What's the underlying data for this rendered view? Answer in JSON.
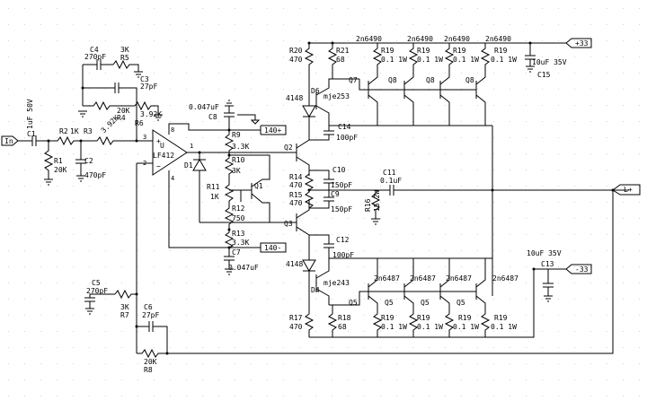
{
  "labels": {
    "c4": "C4",
    "c4v": "270pF",
    "r5v": "3K",
    "r5": "R5",
    "c3": "C3",
    "c3v": "27pF",
    "r4v": "20K",
    "r4": "R4",
    "r6v": "3.92K",
    "r6": "R6",
    "c1": "C1",
    "c1v": "1uF 50V",
    "r2": "R2",
    "r2v": "1K",
    "r3": "R3",
    "r3v": "3.92K",
    "r1": "R1",
    "r1v": "20K",
    "c2": "C2",
    "c2v": "470pF",
    "c8v": "0.047uF",
    "c8": "C8",
    "r9": "R9",
    "r9v": "3.3K",
    "r10": "R10",
    "r10v": "3K",
    "r11": "R11",
    "r11v": "1K",
    "r12": "R12",
    "r12v": "750",
    "r13": "R13",
    "r13v": "3.3K",
    "c7": "C7",
    "c7v": "0.047uF",
    "u": "U",
    "u_part": "LF412",
    "d1": "D1",
    "q1": "Q1",
    "pin8": "8",
    "pin1": "1",
    "pin3": "3",
    "pin2": "2",
    "pin4": "4",
    "r20": "R20",
    "r20v": "470",
    "r21": "R21",
    "r21v": "68",
    "q_top_part": "2n6490",
    "r19": "R19",
    "r19v": "0.1 1W",
    "d4148_top": "4148",
    "d6": "D6",
    "q6": "mje253",
    "q7": "Q7",
    "q8": "Q8",
    "c14": "C14",
    "c14v": "100pF",
    "q2": "Q2",
    "q3": "Q3",
    "r14": "R14",
    "r14v": "470",
    "r15": "R15",
    "r15v": "470",
    "c10": "C10",
    "c10v": "150pF",
    "c9": "C9",
    "c9v": "150pF",
    "r16": "R16",
    "r16v": "15 2W",
    "c11": "C11",
    "c11v": "0.1uF",
    "c12": "C12",
    "c12v": "100pF",
    "d4148_bot": "4148",
    "d4": "D4",
    "q4": "mje243",
    "q_bot_part": "2n6487",
    "q5": "Q5",
    "r17": "R17",
    "r17v": "470",
    "r18": "R18",
    "r18v": "68",
    "c15": "C15",
    "c15v": "10uF 35V",
    "c13": "C13",
    "c13v": "10uF 35V",
    "c5": "C5",
    "c5v": "270pF",
    "r7v": "3K",
    "r7": "R7",
    "c6": "C6",
    "c6v": "27pF",
    "r8v": "20K",
    "r8": "R8"
  },
  "ports": {
    "in": "In",
    "plus33": "+33",
    "minus33": "-33",
    "lplus": "L+",
    "v140p": "140+",
    "v140m": "140-"
  }
}
